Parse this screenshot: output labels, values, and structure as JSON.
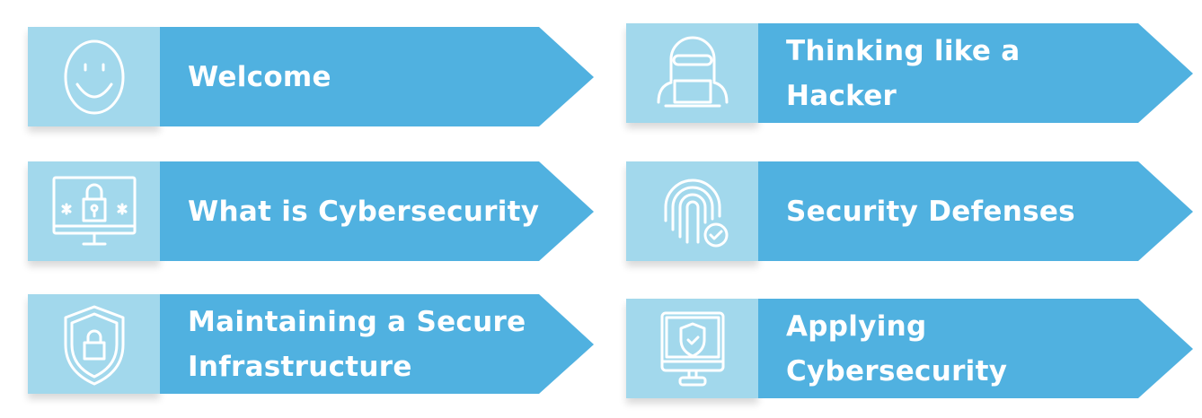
{
  "colors": {
    "icon_bg": "#a2d8ec",
    "arrow": "#50b1e0",
    "text": "#ffffff"
  },
  "cards": [
    {
      "label": "Welcome",
      "icon": "smiley-icon"
    },
    {
      "label": "What is Cybersecurity",
      "icon": "monitor-lock-icon"
    },
    {
      "label": "Maintaining a Secure Infrastructure",
      "icon": "shield-lock-icon"
    },
    {
      "label": "Thinking like a Hacker",
      "icon": "hacker-laptop-icon"
    },
    {
      "label": "Security Defenses",
      "icon": "fingerprint-check-icon"
    },
    {
      "label": "Applying Cybersecurity",
      "icon": "monitor-shield-icon"
    }
  ]
}
